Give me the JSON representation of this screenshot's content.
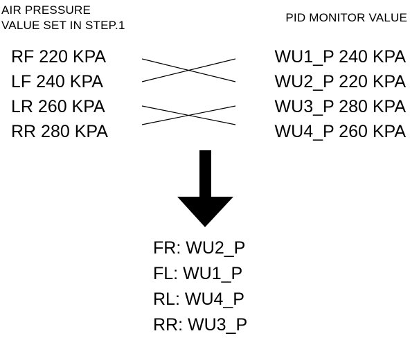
{
  "header_left": {
    "line1": "AIR PRESSURE",
    "line2": "VALUE SET IN STEP.1"
  },
  "header_right": "PID MONITOR VALUE",
  "air_pressure_values": [
    "RF 220 KPA",
    "LF 240 KPA",
    "LR 260 KPA",
    "RR 280 KPA"
  ],
  "pid_monitor_values": [
    "WU1_P 240 KPA",
    "WU2_P 220 KPA",
    "WU3_P 280 KPA",
    "WU4_P 260 KPA"
  ],
  "results": [
    "FR: WU2_P",
    "FL: WU1_P",
    "RL: WU4_P",
    "RR: WU3_P"
  ],
  "colors": {
    "text": "#000000",
    "background": "#ffffff"
  },
  "icons": {
    "down_arrow": "arrow-down-icon"
  }
}
